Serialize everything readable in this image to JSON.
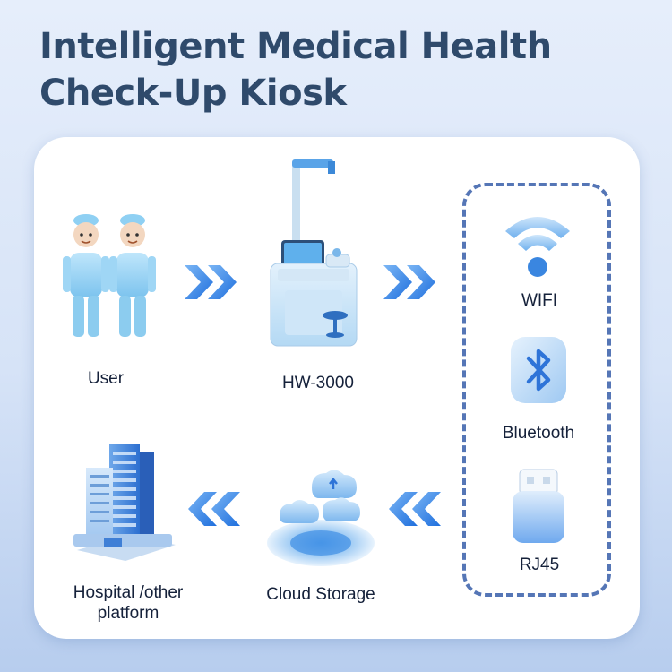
{
  "title": {
    "line1": "Intelligent Medical Health",
    "line2": "Check-Up Kiosk"
  },
  "nodes": {
    "user": "User",
    "kiosk": "HW-3000",
    "cloud": "Cloud Storage",
    "hospital_line1": "Hospital /other",
    "hospital_line2": "platform"
  },
  "connectivity": {
    "wifi": "WIFI",
    "bluetooth": "Bluetooth",
    "rj45": "RJ45"
  },
  "colors": {
    "title": "#2f4a6b",
    "arrow": "#2a7ae2",
    "dash": "#5576b6",
    "icon_blue": "#4a90e8"
  }
}
